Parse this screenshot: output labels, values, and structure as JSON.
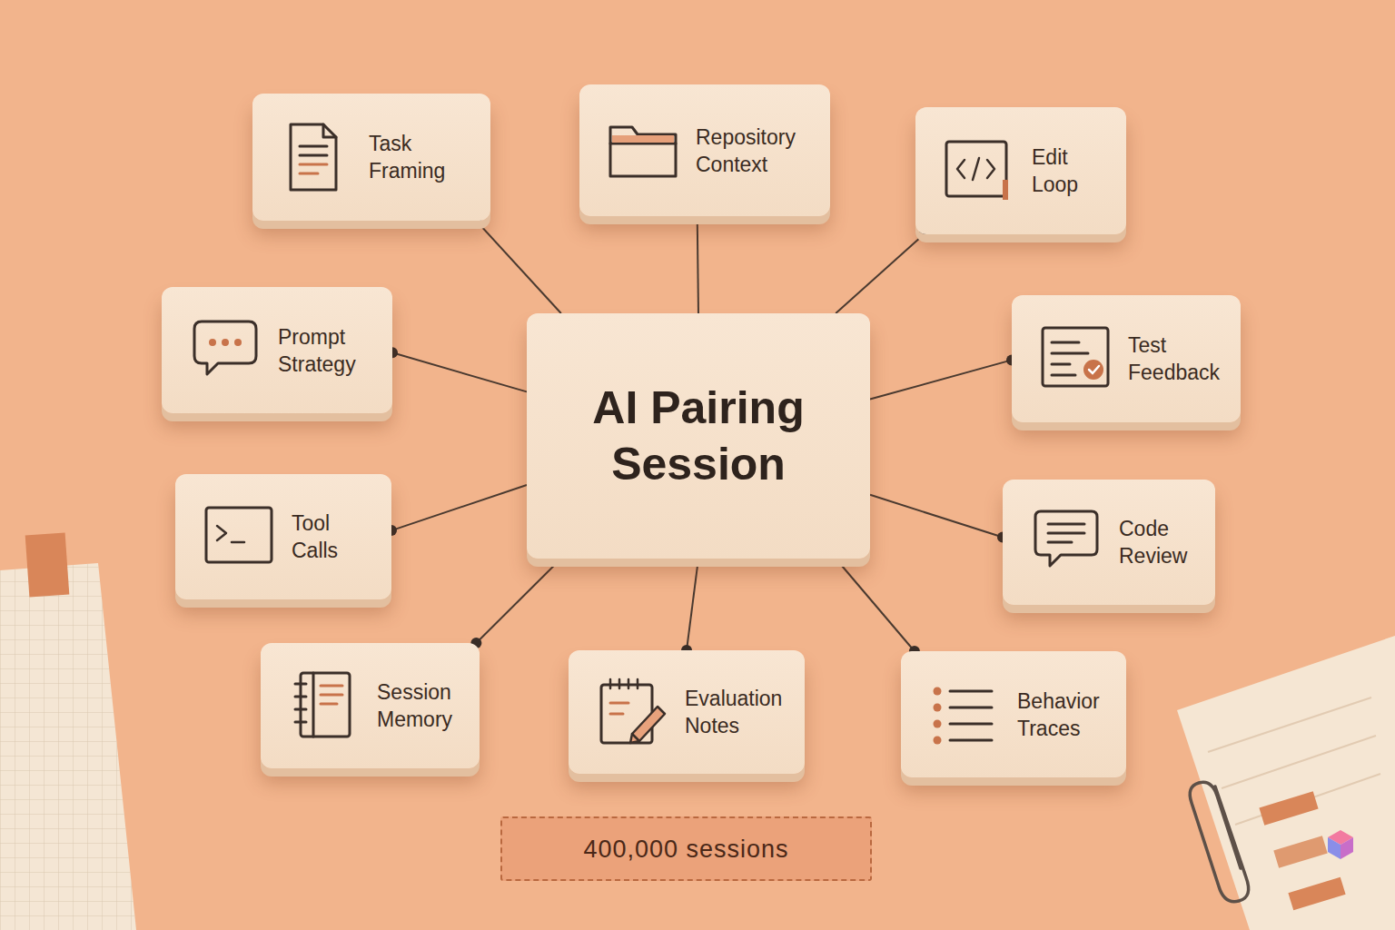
{
  "diagram": {
    "nodes": [
      {
        "text": [
          "Task Framing"
        ]
      },
      {
        "text": [
          "Repository Context"
        ]
      },
      {
        "text": [
          "Edit Loop"
        ]
      },
      {
        "text": [
          "Prompt Strategy"
        ]
      },
      {
        "text": [
          "AI Pairing Session"
        ]
      },
      {
        "text": [
          "Test Feedback"
        ]
      },
      {
        "text": [
          "Tool Calls"
        ]
      },
      {
        "text": [
          "Code Review"
        ]
      },
      {
        "text": [
          "Session Memory"
        ]
      },
      {
        "text": [
          "Evaluation Notes"
        ]
      },
      {
        "text": [
          "Behavior Traces"
        ]
      },
      {
        "text": [
          "400,000 sessions"
        ]
      }
    ],
    "edges": [
      {
        "from": 4,
        "to": 0,
        "arrow": "none"
      },
      {
        "from": 4,
        "to": 1,
        "arrow": "none"
      },
      {
        "from": 4,
        "to": 2,
        "arrow": "none"
      },
      {
        "from": 4,
        "to": 3,
        "arrow": "none"
      },
      {
        "from": 4,
        "to": 5,
        "arrow": "none"
      },
      {
        "from": 4,
        "to": 6,
        "arrow": "none"
      },
      {
        "from": 4,
        "to": 7,
        "arrow": "none"
      },
      {
        "from": 4,
        "to": 8,
        "arrow": "none"
      },
      {
        "from": 4,
        "to": 9,
        "arrow": "none"
      },
      {
        "from": 4,
        "to": 10,
        "arrow": "none"
      }
    ]
  }
}
